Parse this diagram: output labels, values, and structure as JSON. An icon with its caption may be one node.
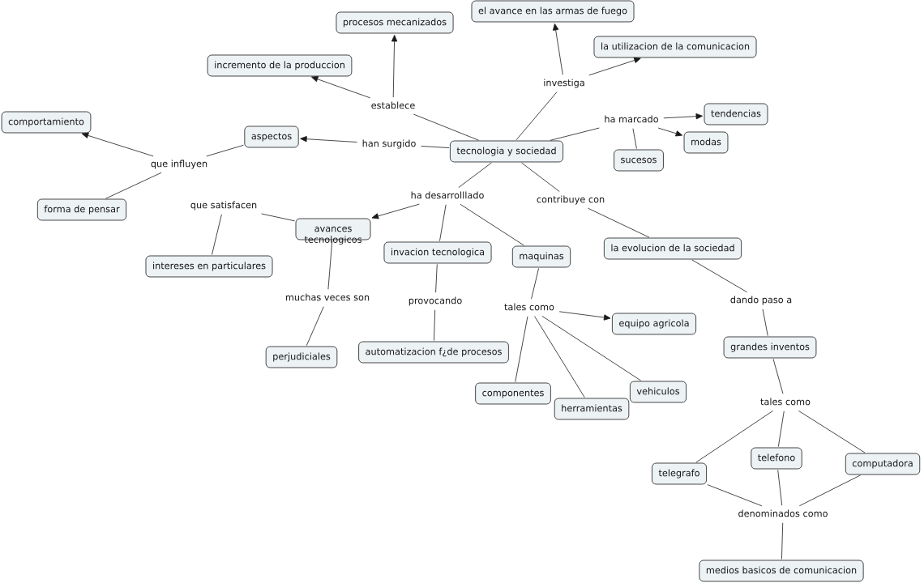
{
  "diagram": {
    "nodes": [
      {
        "text": [
          "el avance en las armas de fuego"
        ]
      },
      {
        "text": [
          "procesos mecanizados"
        ]
      },
      {
        "text": [
          "la utilizacion de la comunicacion"
        ]
      },
      {
        "text": [
          "incremento de la produccion"
        ]
      },
      {
        "text": [
          "investiga"
        ]
      },
      {
        "text": [
          "establece"
        ]
      },
      {
        "text": [
          "tendencias"
        ]
      },
      {
        "text": [
          "ha marcado"
        ]
      },
      {
        "text": [
          "comportamiento"
        ]
      },
      {
        "text": [
          "aspectos"
        ]
      },
      {
        "text": [
          "modas"
        ]
      },
      {
        "text": [
          "han surgido"
        ]
      },
      {
        "text": [
          "tecnologia y sociedad"
        ]
      },
      {
        "text": [
          "sucesos"
        ]
      },
      {
        "text": [
          "que influyen"
        ]
      },
      {
        "text": [
          "ha desarrolllado"
        ]
      },
      {
        "text": [
          "contribuye con"
        ]
      },
      {
        "text": [
          "que satisfacen"
        ]
      },
      {
        "text": [
          "forma de pensar"
        ]
      },
      {
        "text": [
          "avances tecnologicos"
        ]
      },
      {
        "text": [
          "la evolucion de la sociedad"
        ]
      },
      {
        "text": [
          "invacion tecnologica"
        ]
      },
      {
        "text": [
          "maquinas"
        ]
      },
      {
        "text": [
          "intereses en particulares"
        ]
      },
      {
        "text": [
          "muchas veces son"
        ]
      },
      {
        "text": [
          "dando paso a"
        ]
      },
      {
        "text": [
          "provocando"
        ]
      },
      {
        "text": [
          "tales como"
        ]
      },
      {
        "text": [
          "equipo agricola"
        ]
      },
      {
        "text": [
          "grandes inventos"
        ]
      },
      {
        "text": [
          "automatizacion f¿de procesos"
        ]
      },
      {
        "text": [
          "perjudiciales"
        ]
      },
      {
        "text": [
          "vehiculos"
        ]
      },
      {
        "text": [
          "componentes"
        ]
      },
      {
        "text": [
          "tales como"
        ]
      },
      {
        "text": [
          "herramientas"
        ]
      },
      {
        "text": [
          "telefono"
        ]
      },
      {
        "text": [
          "computadora"
        ]
      },
      {
        "text": [
          "telegrafo"
        ]
      },
      {
        "text": [
          "denominados como"
        ]
      },
      {
        "text": [
          "medios basicos de comunicacion"
        ]
      }
    ],
    "edges": [
      {
        "from": 12,
        "to": 5,
        "arrow": "none"
      },
      {
        "from": 5,
        "to": 3,
        "arrow": "to"
      },
      {
        "from": 5,
        "to": 1,
        "arrow": "to"
      },
      {
        "from": 12,
        "to": 4,
        "arrow": "none"
      },
      {
        "from": 4,
        "to": 0,
        "arrow": "to"
      },
      {
        "from": 4,
        "to": 2,
        "arrow": "to"
      },
      {
        "from": 12,
        "to": 7,
        "arrow": "none"
      },
      {
        "from": 7,
        "to": 6,
        "arrow": "to"
      },
      {
        "from": 7,
        "to": 10,
        "arrow": "to"
      },
      {
        "from": 7,
        "to": 13,
        "arrow": "none"
      },
      {
        "from": 12,
        "to": 11,
        "arrow": "none"
      },
      {
        "from": 11,
        "to": 9,
        "arrow": "to"
      },
      {
        "from": 9,
        "to": 14,
        "arrow": "none"
      },
      {
        "from": 14,
        "to": 8,
        "arrow": "to"
      },
      {
        "from": 14,
        "to": 18,
        "arrow": "none"
      },
      {
        "from": 12,
        "to": 15,
        "arrow": "none"
      },
      {
        "from": 15,
        "to": 19,
        "arrow": "to"
      },
      {
        "from": 15,
        "to": 21,
        "arrow": "none"
      },
      {
        "from": 15,
        "to": 22,
        "arrow": "none"
      },
      {
        "from": 12,
        "to": 16,
        "arrow": "none"
      },
      {
        "from": 16,
        "to": 20,
        "arrow": "none"
      },
      {
        "from": 19,
        "to": 17,
        "arrow": "none"
      },
      {
        "from": 17,
        "to": 23,
        "arrow": "none"
      },
      {
        "from": 19,
        "to": 24,
        "arrow": "none"
      },
      {
        "from": 24,
        "to": 31,
        "arrow": "none"
      },
      {
        "from": 21,
        "to": 26,
        "arrow": "none"
      },
      {
        "from": 26,
        "to": 30,
        "arrow": "none"
      },
      {
        "from": 22,
        "to": 27,
        "arrow": "none"
      },
      {
        "from": 27,
        "to": 28,
        "arrow": "to"
      },
      {
        "from": 27,
        "to": 33,
        "arrow": "none"
      },
      {
        "from": 27,
        "to": 35,
        "arrow": "none"
      },
      {
        "from": 27,
        "to": 32,
        "arrow": "none"
      },
      {
        "from": 20,
        "to": 25,
        "arrow": "none"
      },
      {
        "from": 25,
        "to": 29,
        "arrow": "none"
      },
      {
        "from": 29,
        "to": 34,
        "arrow": "none"
      },
      {
        "from": 34,
        "to": 38,
        "arrow": "none"
      },
      {
        "from": 34,
        "to": 36,
        "arrow": "none"
      },
      {
        "from": 34,
        "to": 37,
        "arrow": "none"
      },
      {
        "from": 38,
        "to": 39,
        "arrow": "none"
      },
      {
        "from": 36,
        "to": 39,
        "arrow": "none"
      },
      {
        "from": 37,
        "to": 39,
        "arrow": "none"
      },
      {
        "from": 39,
        "to": 40,
        "arrow": "none"
      }
    ]
  }
}
